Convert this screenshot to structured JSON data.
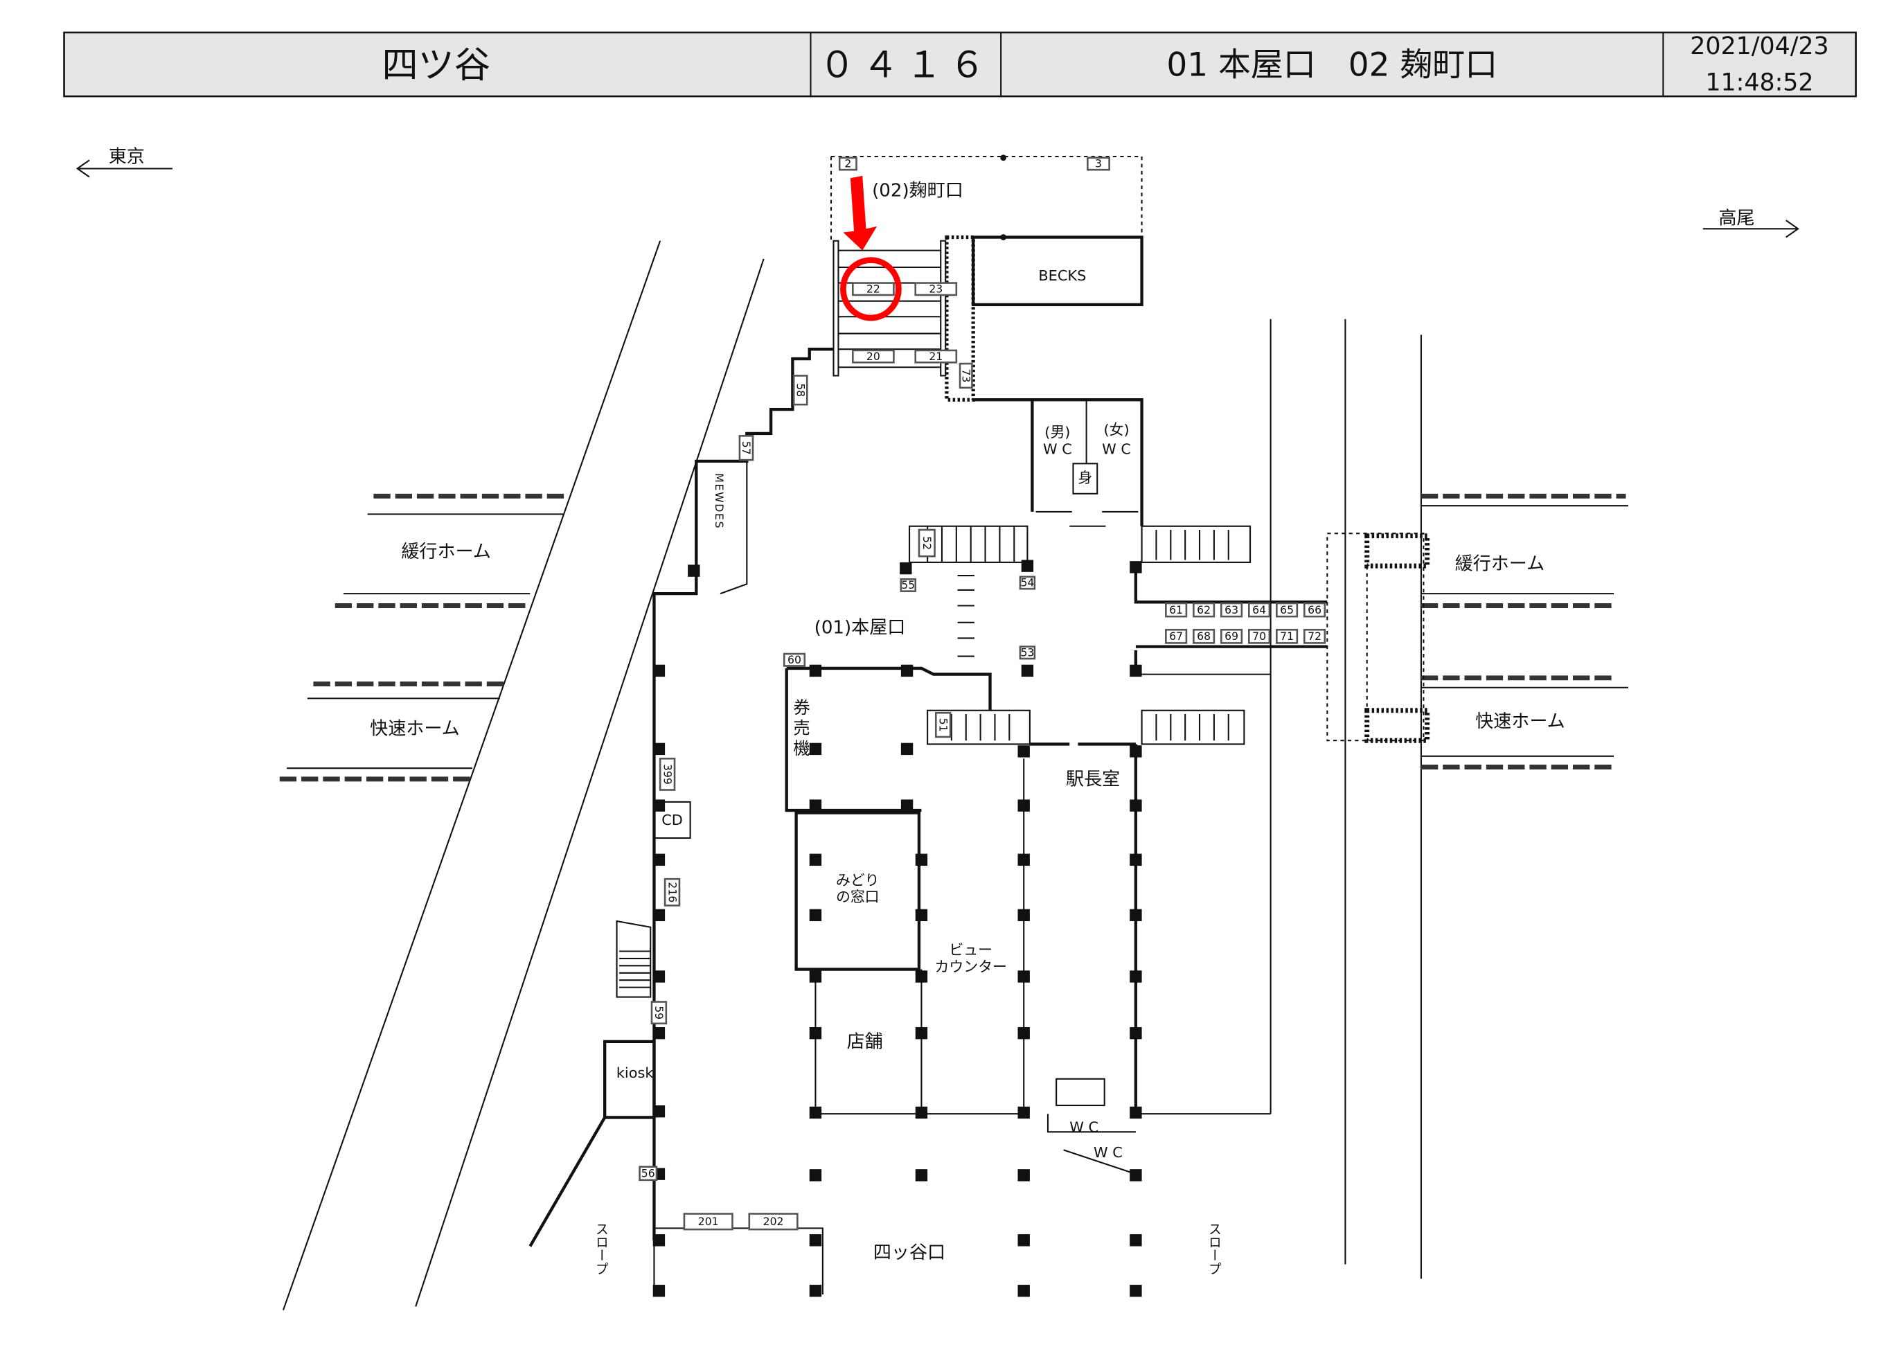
{
  "header": {
    "station": "四ツ谷",
    "code": "０４１６",
    "exits": "01 本屋口　02 麹町口",
    "date": "2021/04/23",
    "time": "11:48:52"
  },
  "directions": {
    "left": "東京",
    "right": "高尾"
  },
  "labels": {
    "kojimachi_exit": "(02)麹町口",
    "honya_exit": "(01)本屋口",
    "becks": "BECKS",
    "wc_men": "(男)",
    "wc_women": "(女)",
    "wc": "W C",
    "accessible": "身",
    "local_platform": "緩行ホーム",
    "rapid_platform": "快速ホーム",
    "mewdes": "MEWDES",
    "ticket_machines": "券売機",
    "stationmaster": "駅長室",
    "midori_line1": "みどり",
    "midori_line2": "の窓口",
    "view_line1": "ビュー",
    "view_line2": "カウンター",
    "shop": "店舗",
    "kiosk": "kiosk",
    "cd": "CD",
    "yotsuya_exit": "四ッ谷口",
    "slope": "スロープ"
  },
  "markers": {
    "highlighted": "22",
    "highlight_color": "#ff0000",
    "numbers": [
      "2",
      "3",
      "22",
      "23",
      "20",
      "21",
      "73",
      "58",
      "57",
      "52",
      "55",
      "54",
      "53",
      "60",
      "51",
      "61",
      "62",
      "63",
      "64",
      "65",
      "66",
      "67",
      "68",
      "69",
      "70",
      "71",
      "72",
      "399",
      "216",
      "59",
      "56",
      "201",
      "202"
    ]
  }
}
